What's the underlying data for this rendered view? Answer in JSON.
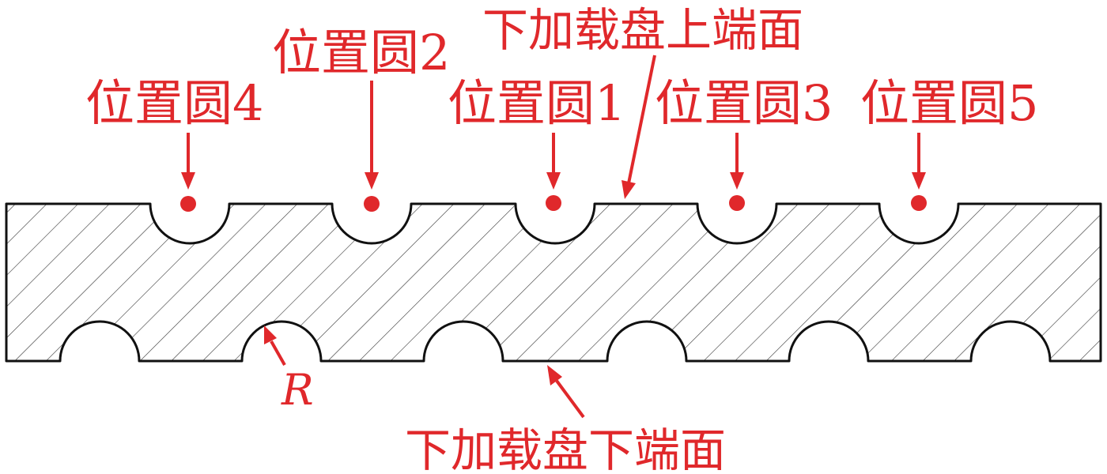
{
  "labels": {
    "circle_4": "位置圆4",
    "circle_2": "位置圆2",
    "circle_1": "位置圆1",
    "circle_3": "位置圆3",
    "circle_5": "位置圆5",
    "upper_face": "下加载盘上端面",
    "lower_face": "下加载盘下端面",
    "radius": "R"
  },
  "colors": {
    "annotation": "#e0282b",
    "outline": "#111111",
    "hatch": "#333333"
  }
}
